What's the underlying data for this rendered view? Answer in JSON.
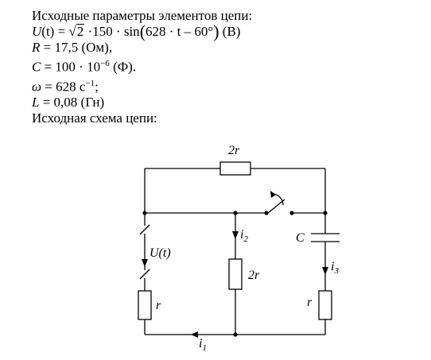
{
  "heading": "Исходные параметры элементов цепи:",
  "u_formula": {
    "lhs": "U",
    "lhs_arg": "(t) = ",
    "sqrt_sign": "√",
    "sqrt_val": "2",
    "mid": " ·150 · sin",
    "paren_open": "(",
    "arg": "628 · t – 60°",
    "paren_close": ")",
    "unit": " (В)"
  },
  "R_line": {
    "sym": "R",
    "rest": " = 17,5 (Ом),"
  },
  "C_line": {
    "sym": "C",
    "rest": " = 100 · 10",
    "exp": "−6",
    "unit": " (Ф)."
  },
  "omega_line": {
    "sym": "ω",
    "rest": " = 628 c",
    "exp": "−1",
    "unit": ";"
  },
  "L_line": {
    "sym": "L",
    "rest": " = 0,08 (Гн)"
  },
  "schema_heading": "Исходная схема цепи:",
  "circuit_labels": {
    "top_resistor": "2r",
    "middle_resistor": "2r",
    "left_resistor": "r",
    "right_resistor": "r",
    "capacitor": "C",
    "source": "U(t)",
    "i1": "i",
    "i1_sub": "1",
    "i2": "i",
    "i2_sub": "2",
    "i3": "i",
    "i3_sub": "3"
  }
}
